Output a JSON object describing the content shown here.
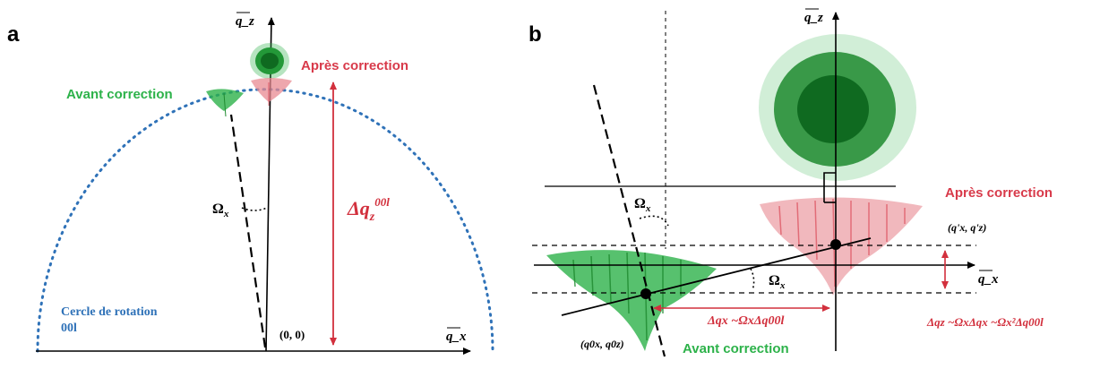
{
  "panel_a": {
    "label": "a",
    "qz_axis": "q_z",
    "qx_axis": "q_x",
    "avant": "Avant correction",
    "apres": "Après correction",
    "omega": "Ω",
    "omega_sub": "x",
    "delta_main": "Δq",
    "delta_sub": "z",
    "delta_sup": "00l",
    "origin": "(0, 0)",
    "circle_line1": "Cercle de rotation",
    "circle_line2": "00l"
  },
  "panel_b": {
    "label": "b",
    "qz_axis": "q_z",
    "qx_axis": "q_x",
    "apres": "Après correction",
    "avant": "Avant correction",
    "omega": "Ω",
    "omega_sub": "x",
    "point_prime": "(q'x, q'z)",
    "point_zero": "(q0x, q0z)",
    "dqx_eq": "Δqx ~ΩxΔq00l",
    "dqz_eq": "Δqz ~ΩxΔqx ~Ωx²Δq00l"
  },
  "colors": {
    "green": "#2db24a",
    "red": "#d83a4a",
    "blue": "#2f72b8",
    "black": "#000000"
  }
}
